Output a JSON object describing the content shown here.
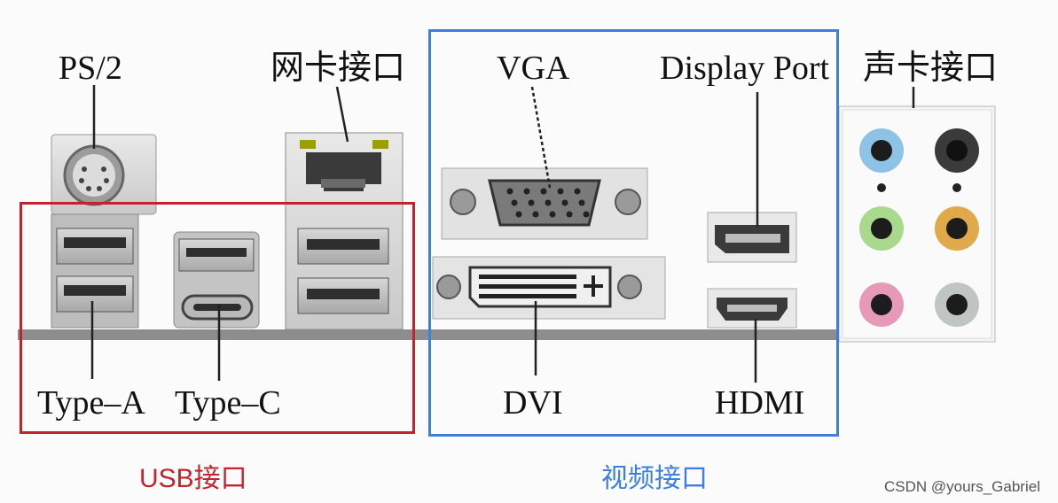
{
  "labels": {
    "ps2": "PS/2",
    "lan": "网卡接口",
    "vga": "VGA",
    "displayport": "Display Port",
    "audio": "声卡接口",
    "type_a": "Type–A",
    "type_c": "Type–C",
    "dvi": "DVI",
    "hdmi": "HDMI"
  },
  "groups": {
    "usb": "USB接口",
    "video": "视频接口"
  },
  "watermark": "CSDN @yours_Gabriel",
  "colors": {
    "usb_frame": "#c0242c",
    "video_frame": "#3d7fe0",
    "usb_caption": "#c0242c",
    "video_caption": "#3d7fe0",
    "audio_blue": "#8fc3e6",
    "audio_black": "#3a3a3a",
    "audio_green": "#a8d98c",
    "audio_orange": "#e0a94a",
    "audio_pink": "#e79ab8",
    "audio_gray": "#bfc5c2"
  }
}
